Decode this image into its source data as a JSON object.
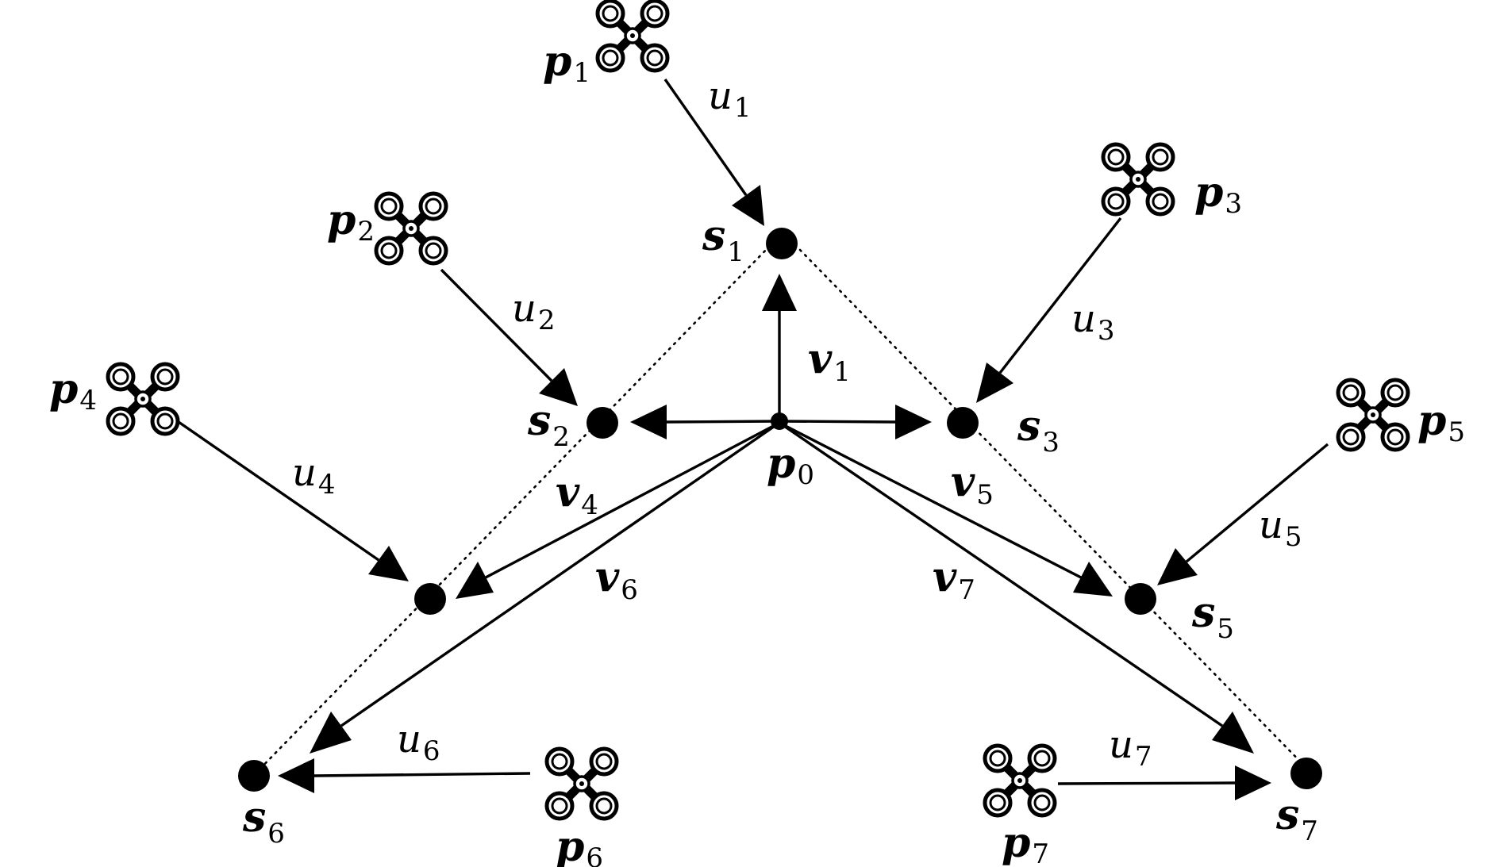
{
  "diagram": {
    "points": {
      "p0": {
        "label": "p",
        "sub": "0"
      },
      "s1": {
        "label": "s",
        "sub": "1"
      },
      "s2": {
        "label": "s",
        "sub": "2"
      },
      "s3": {
        "label": "s",
        "sub": "3"
      },
      "s4": {
        "label": "",
        "sub": ""
      },
      "s5": {
        "label": "s",
        "sub": "5"
      },
      "s6": {
        "label": "s",
        "sub": "6"
      },
      "s7": {
        "label": "s",
        "sub": "7"
      }
    },
    "drones": {
      "p1": {
        "label": "p",
        "sub": "1",
        "icon": "quadcopter-icon"
      },
      "p2": {
        "label": "p",
        "sub": "2",
        "icon": "quadcopter-icon"
      },
      "p3": {
        "label": "p",
        "sub": "3",
        "icon": "quadcopter-icon"
      },
      "p4": {
        "label": "p",
        "sub": "4",
        "icon": "quadcopter-icon"
      },
      "p5": {
        "label": "p",
        "sub": "5",
        "icon": "quadcopter-icon"
      },
      "p6": {
        "label": "p",
        "sub": "6",
        "icon": "quadcopter-icon"
      },
      "p7": {
        "label": "p",
        "sub": "7",
        "icon": "quadcopter-icon"
      }
    },
    "vectors": {
      "v1": {
        "label": "v",
        "sub": "1"
      },
      "v4": {
        "label": "v",
        "sub": "4"
      },
      "v5": {
        "label": "v",
        "sub": "5"
      },
      "v6": {
        "label": "v",
        "sub": "6"
      },
      "v7": {
        "label": "v",
        "sub": "7"
      }
    },
    "controls": {
      "u1": {
        "label": "u",
        "sub": "1"
      },
      "u2": {
        "label": "u",
        "sub": "2"
      },
      "u3": {
        "label": "u",
        "sub": "3"
      },
      "u4": {
        "label": "u",
        "sub": "4"
      },
      "u5": {
        "label": "u",
        "sub": "5"
      },
      "u6": {
        "label": "u",
        "sub": "6"
      },
      "u7": {
        "label": "u",
        "sub": "7"
      }
    }
  }
}
